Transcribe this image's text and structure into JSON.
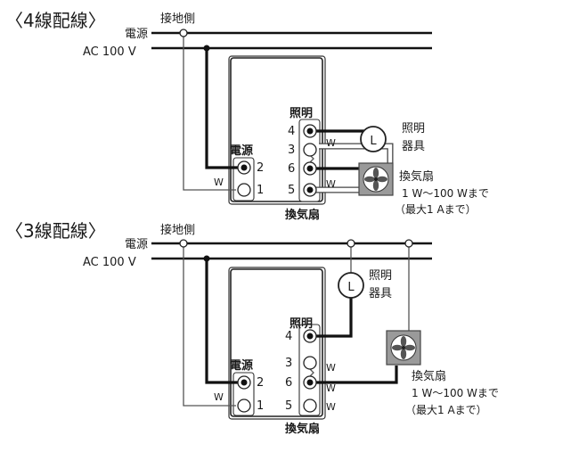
{
  "diagrams": [
    {
      "title": "〈4線配線〉",
      "ground_label": "接地側",
      "power_label": "電源",
      "supply_label": "AC 100 V",
      "left_terminal_group": "電源",
      "light_terminal_group": "照明",
      "fan_terminal_group": "換気扇",
      "terminals": [
        "2",
        "1",
        "4",
        "3",
        "6",
        "5"
      ],
      "w_marks": [
        "W",
        "W",
        "W"
      ],
      "lamp_symbol": "L",
      "lamp_label_lines": [
        "照明",
        "器具"
      ],
      "fan_label": "換気扇",
      "fan_spec_lines": [
        "1 W～100 Wまで",
        "（最大1 Aまで）"
      ]
    },
    {
      "title": "〈3線配線〉",
      "ground_label": "接地側",
      "power_label": "電源",
      "supply_label": "AC 100 V",
      "left_terminal_group": "電源",
      "light_terminal_group": "照明",
      "fan_terminal_group": "換気扇",
      "terminals": [
        "2",
        "1",
        "4",
        "3",
        "6",
        "5"
      ],
      "w_marks": [
        "W",
        "W",
        "W",
        "W"
      ],
      "lamp_symbol": "L",
      "lamp_label_lines": [
        "照明",
        "器具"
      ],
      "fan_label": "換気扇",
      "fan_spec_lines": [
        "1 W～100 Wまで",
        "（最大1 Aまで）"
      ]
    }
  ]
}
